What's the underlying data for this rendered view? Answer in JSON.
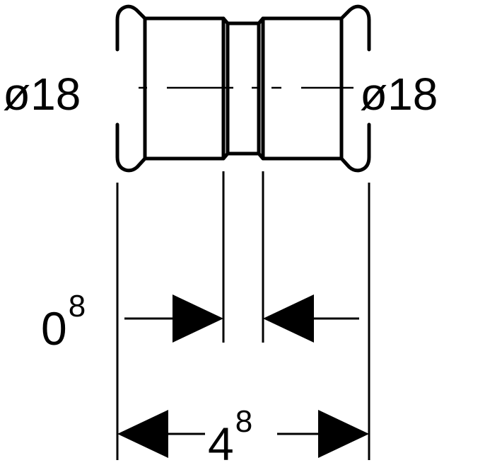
{
  "drawing": {
    "left_diameter": {
      "symbol": "ø",
      "value": "18"
    },
    "right_diameter": {
      "symbol": "ø",
      "value": "18"
    },
    "inner_gap": {
      "base": "0",
      "sup": "8"
    },
    "overall_length": {
      "base": "4",
      "sup": "8"
    }
  },
  "colors": {
    "line": "#000000",
    "background": "#ffffff"
  }
}
